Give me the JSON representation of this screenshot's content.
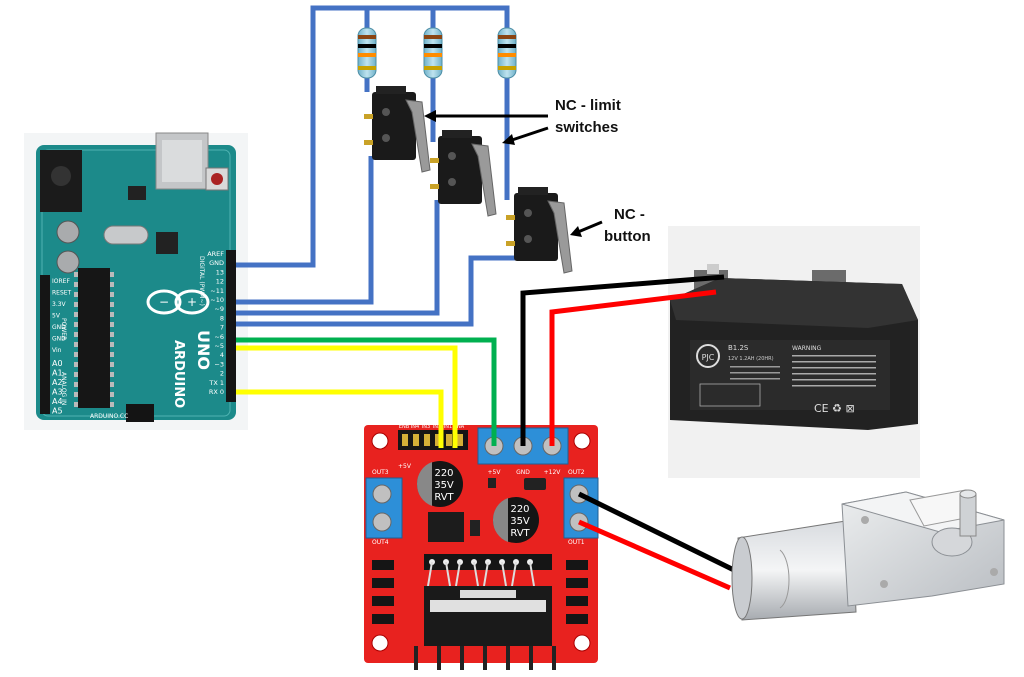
{
  "labels": {
    "limit_line1": "NC - limit",
    "limit_line2": "switches",
    "button_line1": "NC -",
    "button_line2": "button"
  },
  "arduino": {
    "brand": "ARDUINO",
    "model": "UNO",
    "site": "ARDUINO.CC",
    "header_left_power": [
      "IOREF",
      "RESET",
      "3.3V",
      "5V",
      "GND",
      "GND",
      "Vin"
    ],
    "header_left_analog": [
      "A0",
      "A1",
      "A2",
      "A3",
      "A4",
      "A5"
    ],
    "section_power": "POWER",
    "section_analog": "ANALOG IN",
    "header_right": [
      "AREF",
      "GND",
      "13",
      "12",
      "~11",
      "~10",
      "~9",
      "8",
      "7",
      "~6",
      "~5",
      "4",
      "~3",
      "2",
      "TX 1",
      "RX 0"
    ],
    "section_digital": "DIGITAL (PWM~)"
  },
  "driver": {
    "cap1": [
      "220",
      "35V",
      "RVT"
    ],
    "cap2": [
      "220",
      "35V",
      "RVT"
    ],
    "pins_top": [
      "ENB",
      "IN4",
      "IN3",
      "IN2",
      "IN1",
      "ENA"
    ],
    "power_labels": [
      "+5V",
      "GND",
      "+12V"
    ],
    "out_labels": [
      "OUT1",
      "OUT2",
      "OUT3",
      "OUT4"
    ],
    "left_label": "+5V"
  },
  "battery": {
    "model": "B1.2S",
    "spec": "12V 1.2AH (20HR)",
    "warning": "WARNING"
  },
  "colors": {
    "wire_blue": "#4472c4",
    "wire_black": "#000000",
    "wire_red": "#ff0000",
    "wire_yellow": "#ffff00",
    "wire_green": "#00b050",
    "arduino_pcb": "#1c8a8a",
    "driver_pcb": "#e8221f",
    "battery": "#2a2a2a"
  }
}
